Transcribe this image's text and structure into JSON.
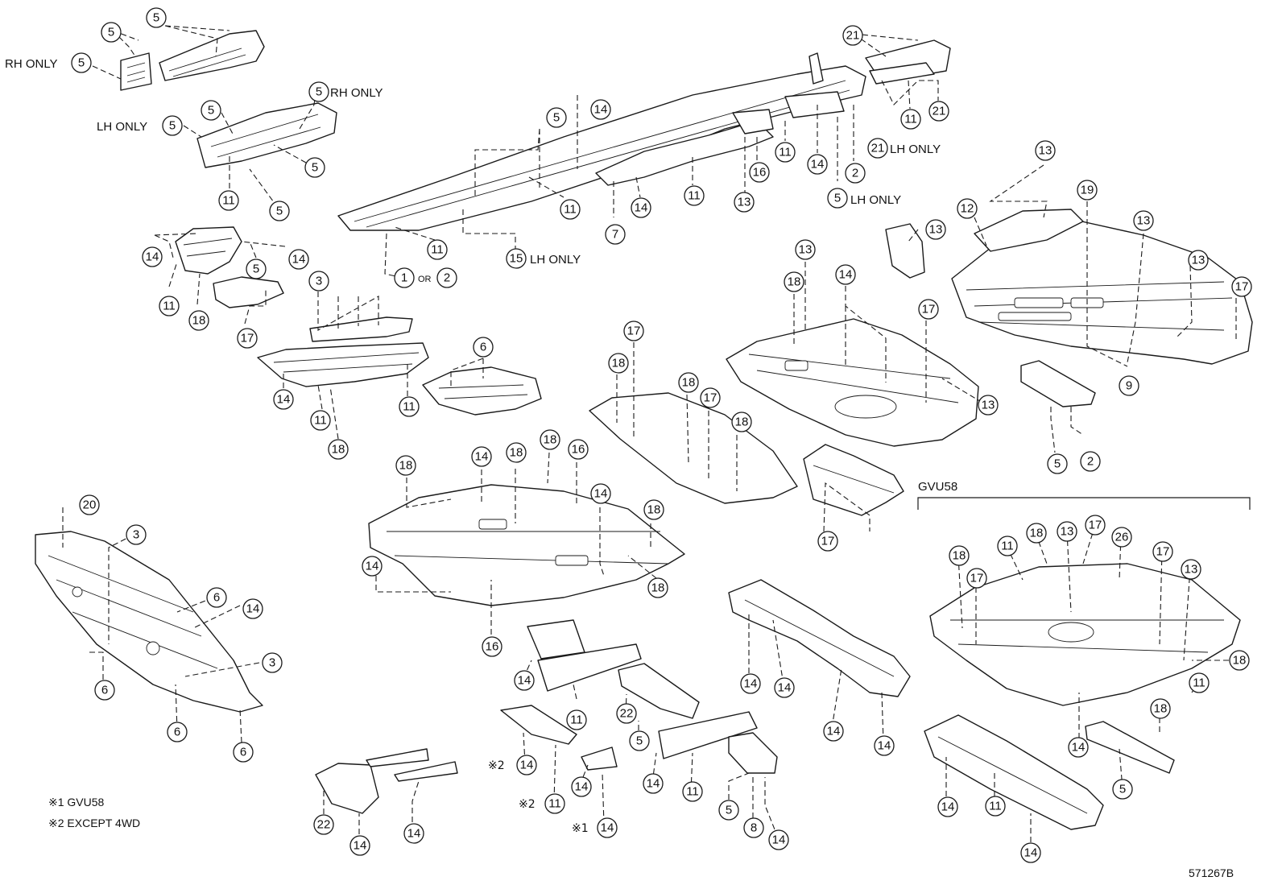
{
  "callouts": {
    "n1": "1",
    "n2": "2",
    "n3": "3",
    "n5": "5",
    "n6": "6",
    "n7": "7",
    "n8": "8",
    "n9": "9",
    "n11": "11",
    "n12": "12",
    "n13": "13",
    "n14": "14",
    "n15": "15",
    "n16": "16",
    "n17": "17",
    "n18": "18",
    "n19": "19",
    "n20": "20",
    "n21": "21",
    "n22": "22",
    "n26": "26"
  },
  "labels": {
    "rh_only": "RH ONLY",
    "lh_only": "LH ONLY",
    "or": "OR",
    "group_variant": "GVU58",
    "mark1": "※1",
    "mark2": "※2"
  },
  "footnotes": {
    "note1": "※1 GVU58",
    "note2": "※2 EXCEPT 4WD"
  },
  "diagram_id": "571267B"
}
